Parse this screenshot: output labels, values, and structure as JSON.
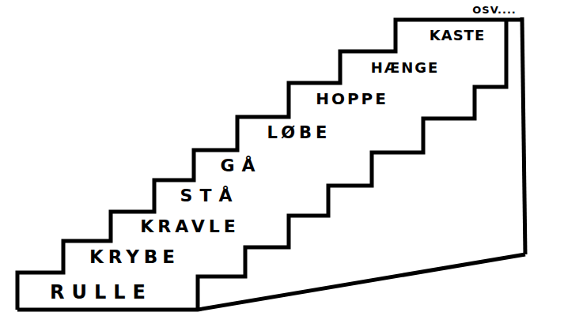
{
  "diagram": {
    "labels": [
      "RULLE",
      "KRYBE",
      "KRAVLE",
      "STÅ",
      "GÅ",
      "LØBE",
      "HOPPE",
      "HÆNGE",
      "KASTE",
      "OSV...."
    ]
  }
}
